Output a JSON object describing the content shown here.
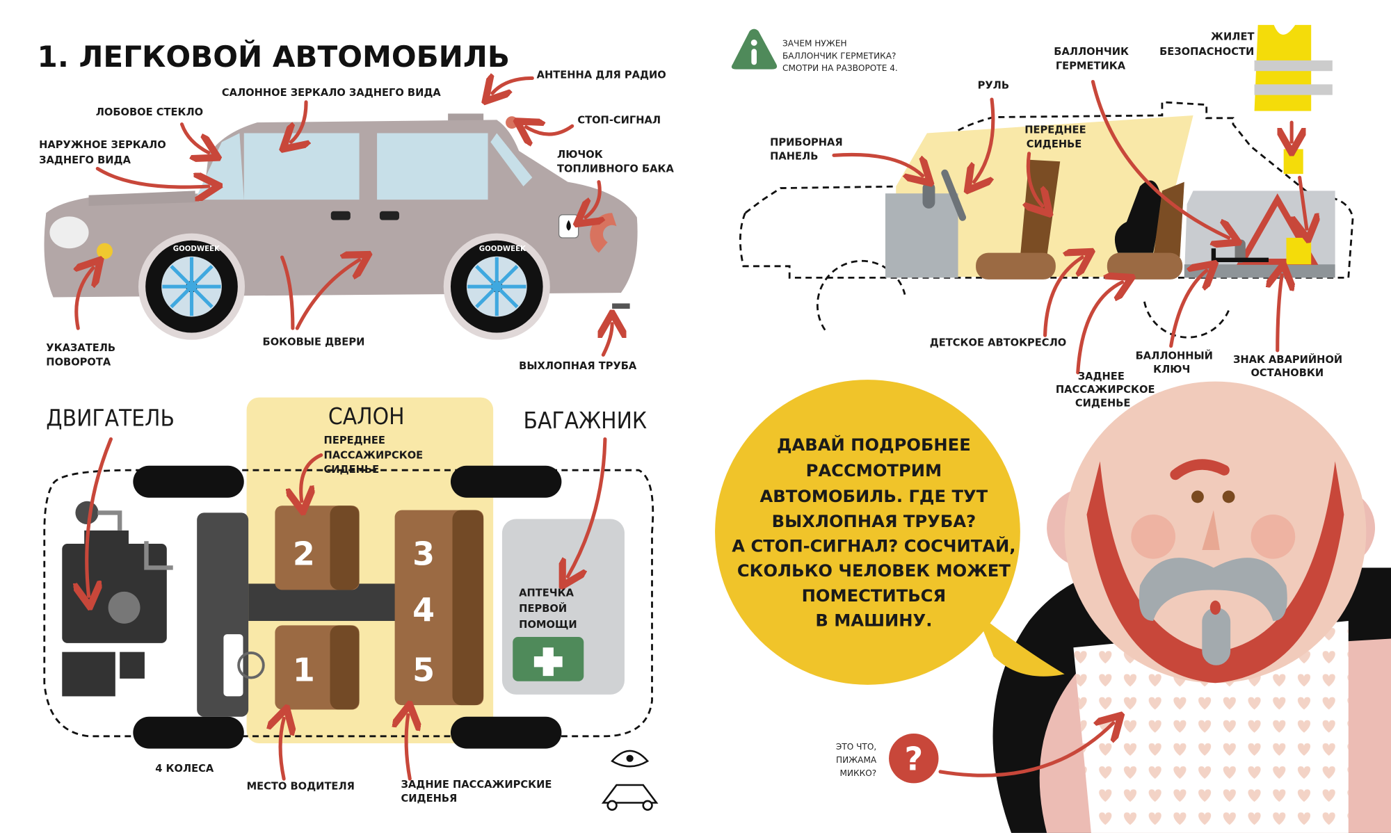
{
  "colors": {
    "accent_arrow": "#c8473a",
    "car_body": "#b3a7a7",
    "salon": "#f9e8a8",
    "bubble": "#f0c42a",
    "info_green": "#4f8a5a"
  },
  "left": {
    "title": "1. ЛЕГКОВОЙ АВТОМОБИЛЬ",
    "tire_brand": "GOODWEEK",
    "labels": {
      "antenna": "АНТЕННА ДЛЯ РАДИО",
      "inner_mirror": "САЛОННОЕ ЗЕРКАЛО ЗАДНЕГО ВИДА",
      "windshield": "ЛОБОВОЕ СТЕКЛО",
      "brake_light": "СТОП-СИГНАЛ",
      "outer_mirror": [
        "НАРУЖНОЕ ЗЕРКАЛО",
        "ЗАДНЕГО ВИДА"
      ],
      "fuel_cap": [
        "ЛЮЧОК",
        "ТОПЛИВНОГО БАКА"
      ],
      "turn_signal": [
        "УКАЗАТЕЛЬ",
        "ПОВОРОТА"
      ],
      "side_doors": "БОКОВЫЕ ДВЕРИ",
      "exhaust": "ВЫХЛОПНАЯ ТРУБА"
    },
    "plan": {
      "engine": "ДВИГАТЕЛЬ",
      "salon": "САЛОН",
      "trunk": "БАГАЖНИК",
      "front_passenger": [
        "ПЕРЕДНЕЕ",
        "ПАССАЖИРСКОЕ",
        "СИДЕНЬЕ"
      ],
      "first_aid": [
        "АПТЕЧКА",
        "ПЕРВОЙ",
        "ПОМОЩИ"
      ],
      "seats": [
        "1",
        "2",
        "3",
        "4",
        "5"
      ],
      "wheels": "4 КОЛЕСА",
      "driver_seat": "МЕСТО ВОДИТЕЛЯ",
      "rear_seats": [
        "ЗАДНИЕ ПАССАЖИРСКИЕ",
        "СИДЕНЬЯ"
      ]
    }
  },
  "right": {
    "info": [
      "ЗАЧЕМ НУЖЕН",
      "БАЛЛОНЧИК ГЕРМЕТИКА?",
      "СМОТРИ НА РАЗВОРОТЕ 4."
    ],
    "labels": {
      "sealant": [
        "БАЛЛОНЧИК",
        "ГЕРМЕТИКА"
      ],
      "vest": [
        "ЖИЛЕТ",
        "БЕЗОПАСНОСТИ"
      ],
      "wheel": "РУЛЬ",
      "dashboard": [
        "ПРИБОРНАЯ",
        "ПАНЕЛЬ"
      ],
      "front_seat": [
        "ПЕРЕДНЕЕ",
        "СИДЕНЬЕ"
      ],
      "child_seat": "ДЕТСКОЕ АВТОКРЕСЛО",
      "rear_seat": [
        "ЗАДНЕЕ",
        "ПАССАЖИРСКОЕ",
        "СИДЕНЬЕ"
      ],
      "wrench": [
        "БАЛЛОННЫЙ",
        "КЛЮЧ"
      ],
      "warning": [
        "ЗНАК АВАРИЙНОЙ",
        "ОСТАНОВКИ"
      ]
    },
    "bubble": [
      "ДАВАЙ ПОДРОБНЕЕ",
      "РАССМОТРИМ",
      "АВТОМОБИЛЬ. ГДЕ ТУТ",
      "ВЫХЛОПНАЯ ТРУБА?",
      "А СТОП-СИГНАЛ? СОСЧИТАЙ,",
      "СКОЛЬКО ЧЕЛОВЕК МОЖЕТ",
      "ПОМЕСТИТЬСЯ",
      "В МАШИНУ."
    ],
    "question": [
      "ЭТО ЧТО,",
      "ПИЖАМА",
      "МИККО?"
    ]
  }
}
